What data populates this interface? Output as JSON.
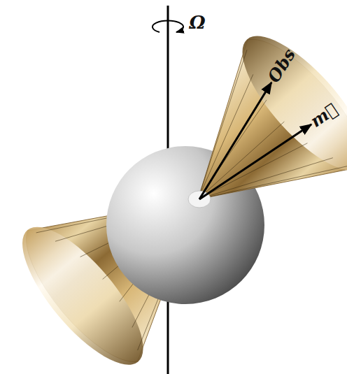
{
  "diagram": {
    "labels": [
      "Ω",
      "Obs",
      "m⃗"
    ]
  }
}
